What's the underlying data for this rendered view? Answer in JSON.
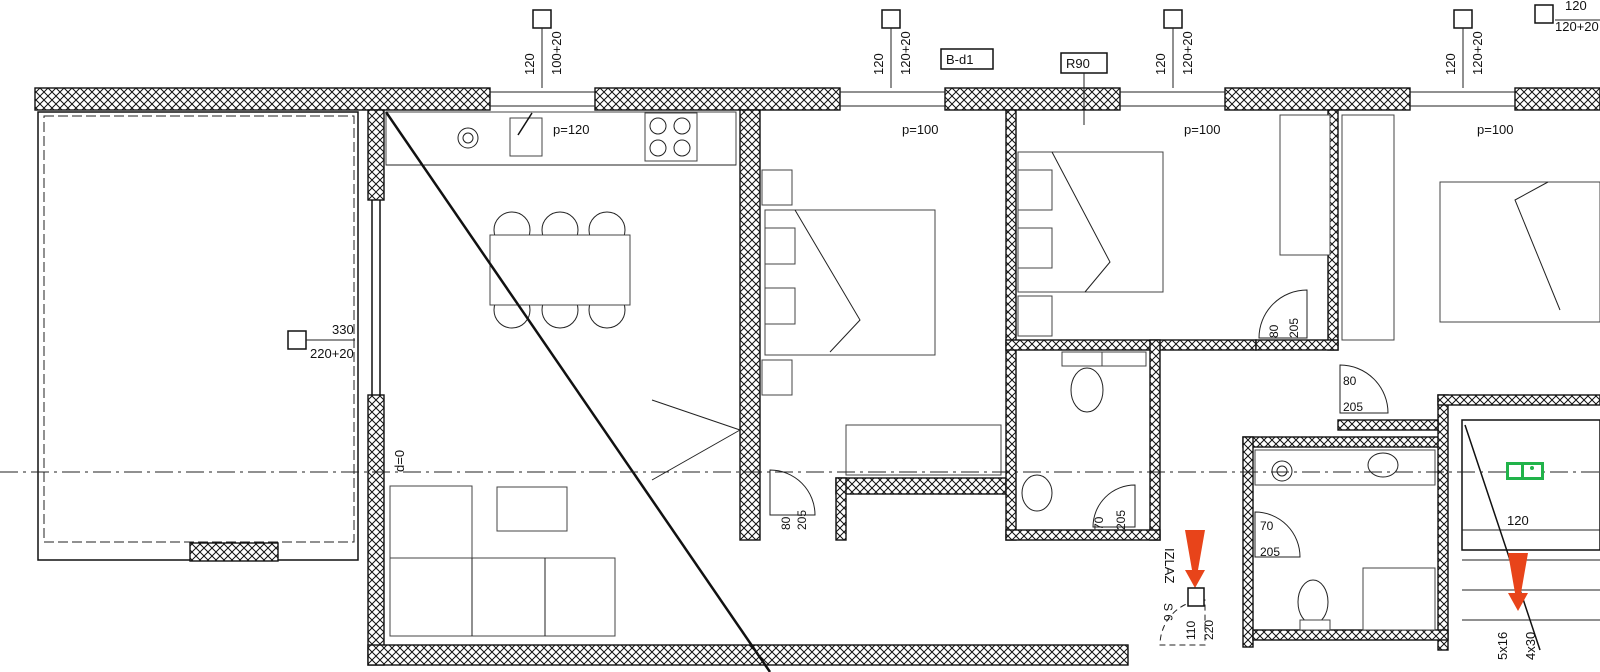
{
  "window_tags": {
    "w1": {
      "sill": "120",
      "height": "100+20"
    },
    "w2": {
      "sill": "120",
      "height": "120+20"
    },
    "w3": {
      "sill": "120",
      "height": "120+20"
    },
    "w4": {
      "sill": "120",
      "height": "120+20"
    },
    "w5": {
      "sill": "120",
      "height": "120+20"
    },
    "terrace": {
      "sill": "330",
      "height": "220+20"
    }
  },
  "labels": {
    "fire_wall": "B-d1",
    "fire_rating": "R90",
    "kitchen_parapet": "p=120",
    "room1_parapet": "p=100",
    "room2_parapet": "p=100",
    "room3_parapet": "p=100",
    "living_opening": "d=0",
    "exit_text": "IZLAZ",
    "stairs_label": "5x16",
    "stairs_width": "4x30",
    "stair_landing": "120",
    "exit_s": "S 6",
    "exit_dims_w": "110",
    "exit_dims_h": "220"
  },
  "doors": [
    {
      "id": "d_room1",
      "width": "80",
      "height": "205"
    },
    {
      "id": "d_bath1",
      "width": "70",
      "height": "205"
    },
    {
      "id": "d_room2",
      "width": "80",
      "height": "205"
    },
    {
      "id": "d_room3",
      "width": "80",
      "height": "205"
    },
    {
      "id": "d_bath2",
      "width": "70",
      "height": "205"
    }
  ],
  "colors": {
    "arrow": "#e8441a",
    "exit_sign": "#21b34a",
    "line": "#111111"
  }
}
